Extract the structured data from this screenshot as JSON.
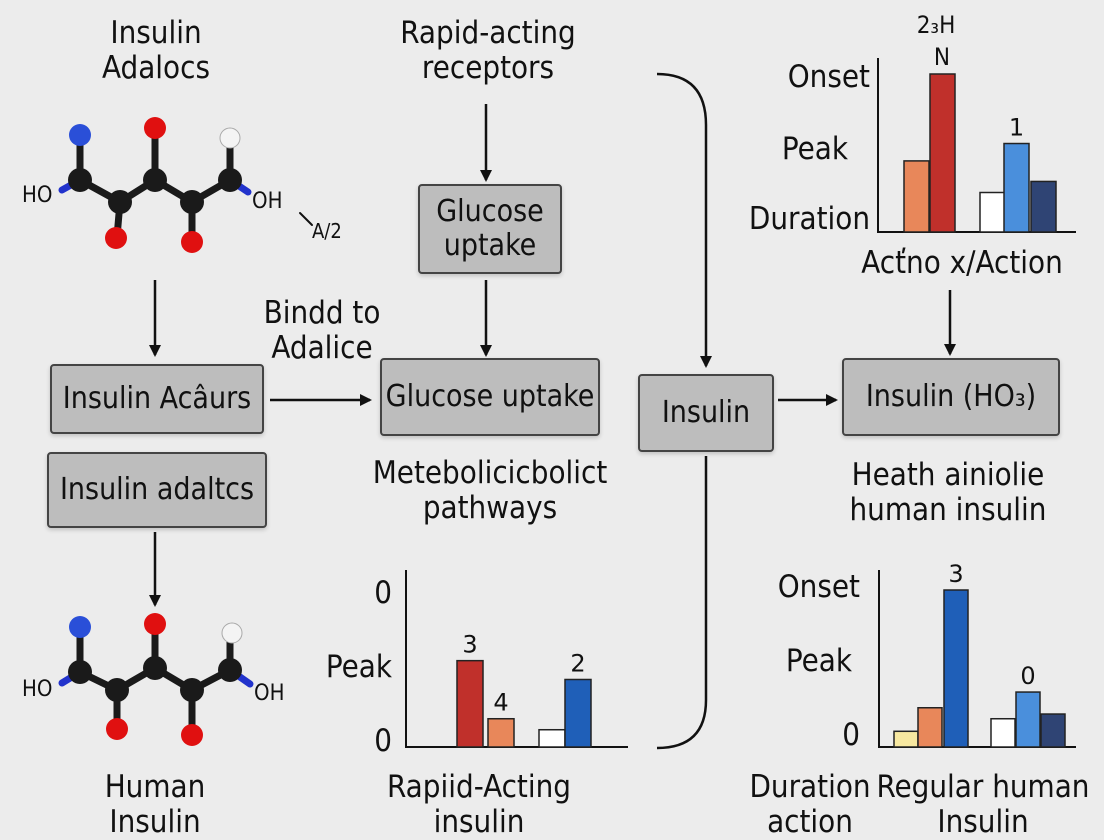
{
  "labels": {
    "insulin_adalocs": "Insulin\nAdalocs",
    "rapid_receptors": "Rapid-acting\nreceptors",
    "bindd_to_adalice": "Bindd to\nAdalice",
    "metebolic_pathways": "Metebolicicbolict\npathways",
    "human_insulin": "Human\nInsulin",
    "rapid_acting_insulin": "Rapiid-Acting\ninsulin",
    "action_axis": "Acťno x/Action",
    "heath_human_insulin": "Heath ainiolie\nhuman insulin",
    "duration_action": "Duration\naction",
    "regular_human_insulin": "Regular human\nInsulin",
    "top_chart_super": "2₃H",
    "top_chart_n": "N",
    "ho_top": "HO",
    "oh_top": "OH",
    "a2_top": "A/2",
    "ho_bottom": "HO",
    "oh_bottom": "OH"
  },
  "boxes": {
    "glucose_uptake_top": "Glucose\nuptake",
    "insulin_acaurs": "Insulin Acâurs",
    "glucose_uptake_mid": "Glucose uptake",
    "insulin_adaltcs": "Insulin adaltcs",
    "insulin_center": "Insulin",
    "insulin_ho": "Insulin (HO₃)"
  },
  "colors": {
    "red": "#c0302b",
    "orange": "#e8875a",
    "white": "#ffffff",
    "light_blue": "#4a8fdc",
    "dark_blue": "#2f4474",
    "royal_blue": "#1f5fb8",
    "yellow": "#f7e8a0",
    "atom_blue": "#2a4fd8",
    "atom_red": "#e01010",
    "atom_black": "#1a1a1a",
    "atom_white": "#f4f4f4",
    "bond_blue": "#2233cc"
  },
  "chart_data": [
    {
      "type": "bar",
      "ticks": [
        "Onset",
        "Peak",
        "Duration"
      ],
      "values": [
        0.45,
        1.0,
        0.25,
        0.56,
        0.32
      ],
      "bar_colors": [
        "orange",
        "red",
        "white",
        "light_blue",
        "dark_blue"
      ],
      "data_labels": [
        "",
        "",
        "",
        "1",
        ""
      ]
    },
    {
      "type": "bar",
      "ticks": [
        "0",
        "Peak",
        "0"
      ],
      "values": [
        0.55,
        0.18,
        0.11,
        0.43
      ],
      "bar_colors": [
        "red",
        "orange",
        "white",
        "royal_blue"
      ],
      "data_labels": [
        "3",
        "4",
        "",
        "2"
      ]
    },
    {
      "type": "bar",
      "ticks": [
        "Onset",
        "Peak",
        "0"
      ],
      "values": [
        0.1,
        0.25,
        1.0,
        0.18,
        0.35,
        0.21
      ],
      "bar_colors": [
        "yellow",
        "orange",
        "royal_blue",
        "white",
        "light_blue",
        "dark_blue"
      ],
      "data_labels": [
        "",
        "",
        "3",
        "",
        "0",
        ""
      ]
    }
  ]
}
